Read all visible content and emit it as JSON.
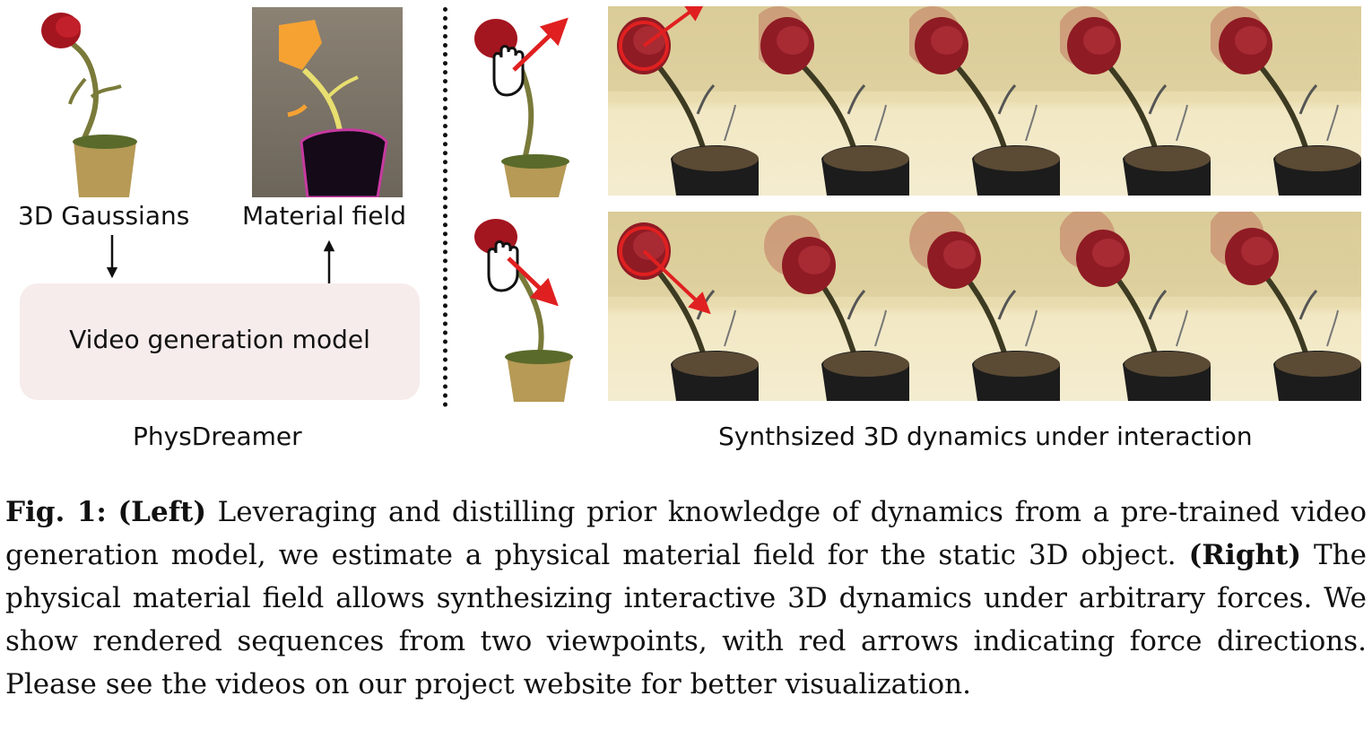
{
  "left_panel": {
    "label_gaussians": "3D Gaussians",
    "label_material": "Material field",
    "model_box": "Video generation model",
    "section_title": "PhysDreamer"
  },
  "right_panel": {
    "section_title": "Synthsized 3D dynamics under interaction",
    "rows": [
      {
        "name": "top",
        "force": "up-right",
        "frame_count": 5
      },
      {
        "name": "bottom",
        "force": "down-right",
        "frame_count": 5
      }
    ]
  },
  "caption": {
    "fig_label": "Fig. 1:",
    "left_tag": "(Left)",
    "left_text": " Leveraging and distilling prior knowledge of dynamics from a pre-trained video generation model, we estimate a physical material field for the static 3D object. ",
    "right_tag": "(Right)",
    "right_text": " The physical material field allows synthesizing interactive 3D dynamics under arbitrary forces. We show rendered sequences from two viewpoints, with red arrows indicating force directions. Please see the videos on our project website for better visualization."
  },
  "colors": {
    "rose": "#a3151f",
    "arrow": "#e02020",
    "box_fill": "#f6eceb",
    "wall": "#e8dcae",
    "table": "#f3e9c2"
  }
}
